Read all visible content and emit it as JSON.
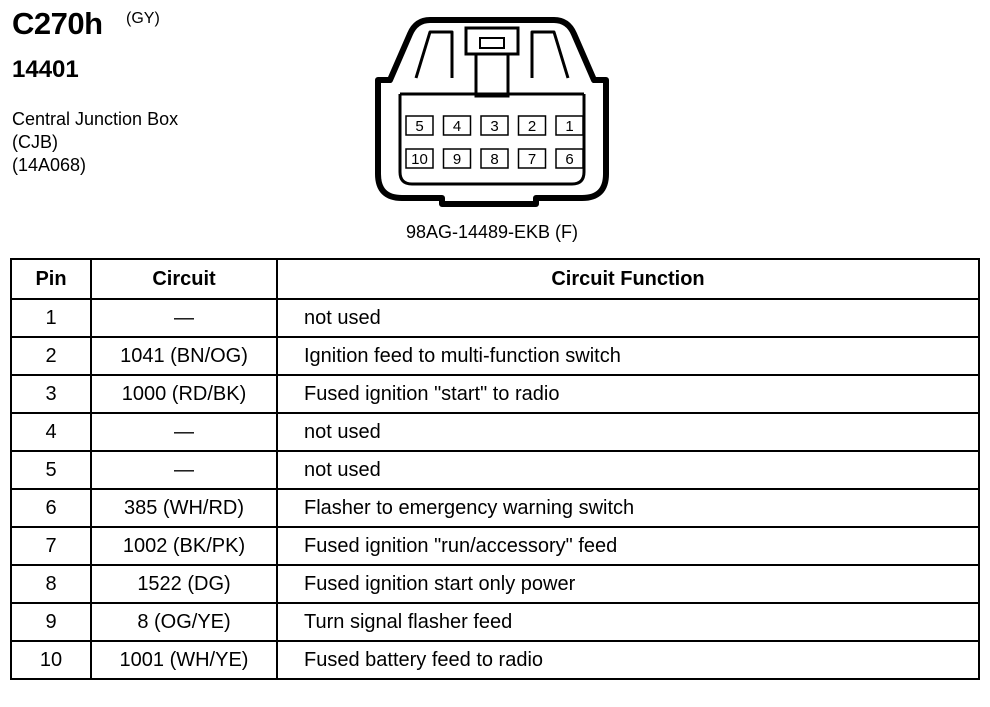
{
  "header": {
    "connector_id": "C270h",
    "connector_color": "(GY)",
    "part_number": "14401",
    "location_lines": [
      "Central Junction Box",
      "(CJB)",
      "(14A068)"
    ]
  },
  "connector": {
    "part_code": "98AG-14489-EKB (F)",
    "top_row_pins": [
      "5",
      "4",
      "3",
      "2",
      "1"
    ],
    "bottom_row_pins": [
      "10",
      "9",
      "8",
      "7",
      "6"
    ]
  },
  "table": {
    "headers": {
      "pin": "Pin",
      "circuit": "Circuit",
      "function": "Circuit Function"
    },
    "rows": [
      {
        "pin": "1",
        "circuit": "—",
        "function": "not used"
      },
      {
        "pin": "2",
        "circuit": "1041 (BN/OG)",
        "function": "Ignition feed to multi-function switch"
      },
      {
        "pin": "3",
        "circuit": "1000 (RD/BK)",
        "function": "Fused ignition \"start\" to radio"
      },
      {
        "pin": "4",
        "circuit": "—",
        "function": "not used"
      },
      {
        "pin": "5",
        "circuit": "—",
        "function": "not used"
      },
      {
        "pin": "6",
        "circuit": "385 (WH/RD)",
        "function": "Flasher to emergency warning switch"
      },
      {
        "pin": "7",
        "circuit": "1002 (BK/PK)",
        "function": "Fused ignition \"run/accessory\" feed"
      },
      {
        "pin": "8",
        "circuit": "1522 (DG)",
        "function": "Fused ignition start only power"
      },
      {
        "pin": "9",
        "circuit": "8 (OG/YE)",
        "function": "Turn signal flasher feed"
      },
      {
        "pin": "10",
        "circuit": "1001 (WH/YE)",
        "function": "Fused battery feed to radio"
      }
    ]
  }
}
